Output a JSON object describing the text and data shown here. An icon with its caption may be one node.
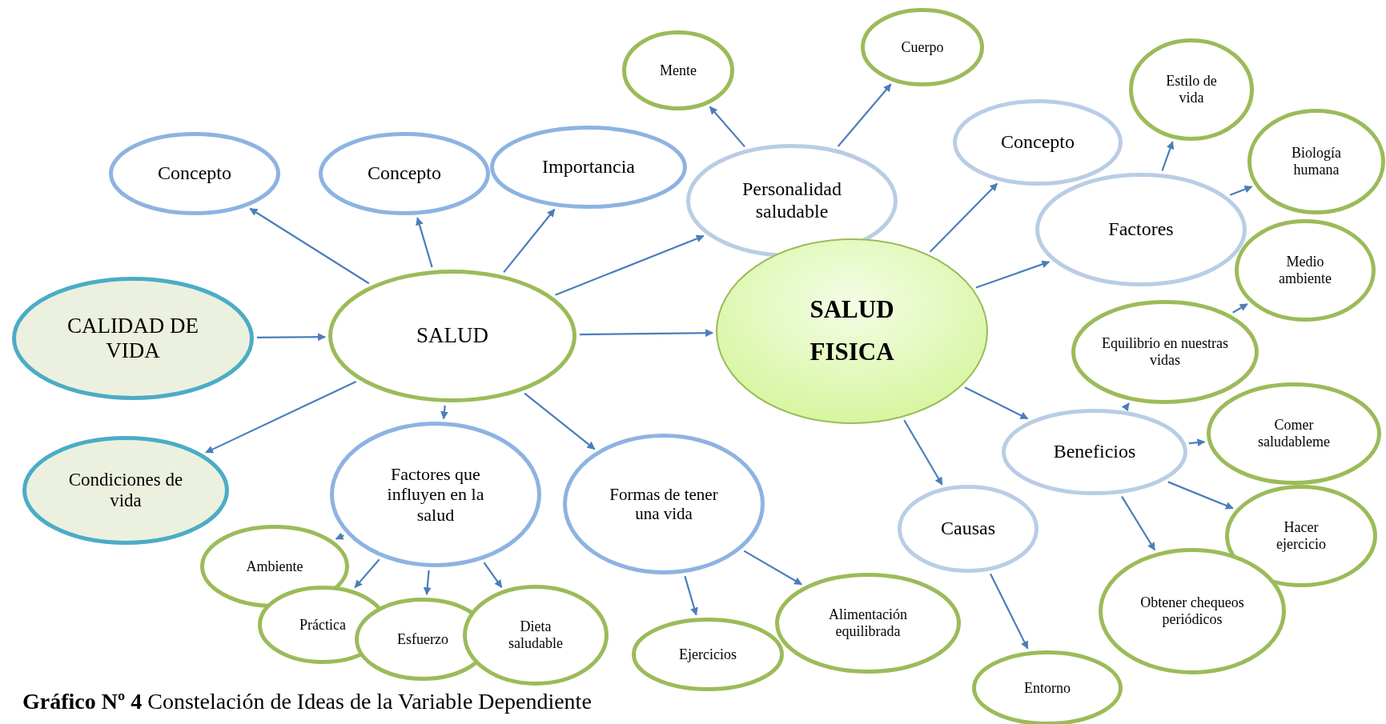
{
  "diagram": {
    "caption": "**Gráfico Nº 4** Constelación de Ideas de la Variable Dependiente",
    "nodes": [
      {
        "text": [
          "CALIDAD DE VIDA"
        ]
      },
      {
        "text": [
          "Condiciones de vida"
        ]
      },
      {
        "text": [
          "Concepto"
        ]
      },
      {
        "text": [
          "SALUD"
        ]
      },
      {
        "text": [
          "Concepto"
        ]
      },
      {
        "text": [
          "Importancia"
        ]
      },
      {
        "text": [
          "Factores que influyen en la salud"
        ]
      },
      {
        "text": [
          "Ambiente"
        ]
      },
      {
        "text": [
          "Práctica"
        ]
      },
      {
        "text": [
          "Esfuerzo"
        ]
      },
      {
        "text": [
          "Dieta saludable"
        ]
      },
      {
        "text": [
          "Formas de tener una vida"
        ]
      },
      {
        "text": [
          "Ejercicios"
        ]
      },
      {
        "text": [
          "Alimentación equilibrada"
        ]
      },
      {
        "text": [
          "Personalidad saludable"
        ]
      },
      {
        "text": [
          "Mente"
        ]
      },
      {
        "text": [
          "Cuerpo"
        ]
      },
      {
        "text": [
          "SALUD FISICA"
        ]
      },
      {
        "text": [
          "Concepto"
        ]
      },
      {
        "text": [
          "Factores"
        ]
      },
      {
        "text": [
          "Estilo de vida"
        ]
      },
      {
        "text": [
          "Biología humana"
        ]
      },
      {
        "text": [
          "Medio ambiente"
        ]
      },
      {
        "text": [
          "Equilibrio en nuestras vidas"
        ]
      },
      {
        "text": [
          "Beneficios"
        ]
      },
      {
        "text": [
          "Comer saludableme"
        ]
      },
      {
        "text": [
          "Hacer ejercicio"
        ]
      },
      {
        "text": [
          "Obtener chequeos periódicos"
        ]
      },
      {
        "text": [
          "Causas"
        ]
      },
      {
        "text": [
          "Entorno"
        ]
      }
    ],
    "edges": [
      {
        "from": 0,
        "to": 3,
        "arrow": "to"
      },
      {
        "from": 3,
        "to": 2,
        "arrow": "to"
      },
      {
        "from": 3,
        "to": 4,
        "arrow": "to"
      },
      {
        "from": 3,
        "to": 5,
        "arrow": "to"
      },
      {
        "from": 3,
        "to": 14,
        "arrow": "to"
      },
      {
        "from": 3,
        "to": 17,
        "arrow": "to"
      },
      {
        "from": 3,
        "to": 1,
        "arrow": "to"
      },
      {
        "from": 3,
        "to": 6,
        "arrow": "to"
      },
      {
        "from": 3,
        "to": 11,
        "arrow": "to"
      },
      {
        "from": 6,
        "to": 7,
        "arrow": "to"
      },
      {
        "from": 6,
        "to": 8,
        "arrow": "to"
      },
      {
        "from": 6,
        "to": 9,
        "arrow": "to"
      },
      {
        "from": 6,
        "to": 10,
        "arrow": "to"
      },
      {
        "from": 11,
        "to": 12,
        "arrow": "to"
      },
      {
        "from": 11,
        "to": 13,
        "arrow": "to"
      },
      {
        "from": 14,
        "to": 15,
        "arrow": "to"
      },
      {
        "from": 14,
        "to": 16,
        "arrow": "to"
      },
      {
        "from": 17,
        "to": 18,
        "arrow": "to"
      },
      {
        "from": 17,
        "to": 19,
        "arrow": "to"
      },
      {
        "from": 17,
        "to": 24,
        "arrow": "to"
      },
      {
        "from": 17,
        "to": 28,
        "arrow": "to"
      },
      {
        "from": 19,
        "to": 20,
        "arrow": "to"
      },
      {
        "from": 19,
        "to": 21,
        "arrow": "to"
      },
      {
        "from": 23,
        "to": 22,
        "arrow": "to"
      },
      {
        "from": 24,
        "to": 23,
        "arrow": "to"
      },
      {
        "from": 24,
        "to": 25,
        "arrow": "to"
      },
      {
        "from": 24,
        "to": 26,
        "arrow": "to"
      },
      {
        "from": 24,
        "to": 27,
        "arrow": "to"
      },
      {
        "from": 28,
        "to": 29,
        "arrow": "to"
      }
    ]
  }
}
